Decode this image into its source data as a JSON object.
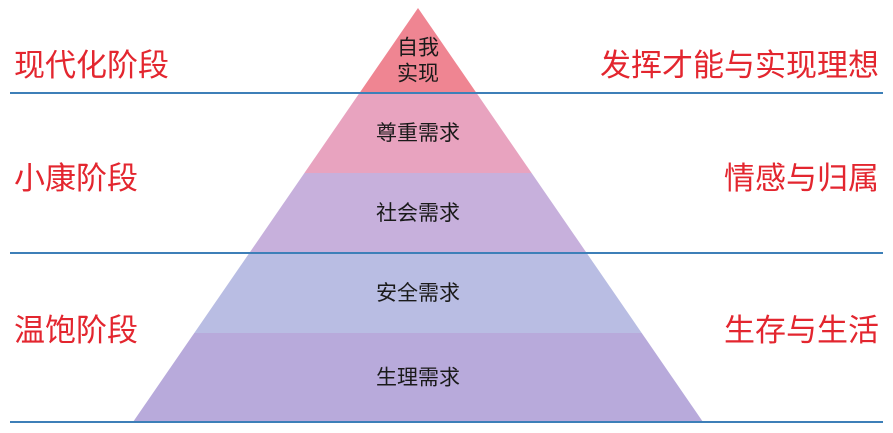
{
  "pyramid": {
    "layers": [
      {
        "lines": [
          "自我",
          "实现"
        ],
        "color": "#ef8592"
      },
      {
        "lines": [
          "尊重需求"
        ],
        "color": "#e8a3bf"
      },
      {
        "lines": [
          "社会需求"
        ],
        "color": "#c7b0dc"
      },
      {
        "lines": [
          "安全需求"
        ],
        "color": "#b9bde3"
      },
      {
        "lines": [
          "生理需求"
        ],
        "color": "#b8aadb"
      }
    ],
    "line_color": "#3d7fb8"
  },
  "left_labels": {
    "top": "现代化阶段",
    "middle": "小康阶段",
    "bottom": "温饱阶段"
  },
  "right_labels": {
    "top": "发挥才能与实现理想",
    "middle": "情感与归属",
    "bottom": "生存与生活"
  },
  "colors": {
    "label_text": "#e3262f"
  }
}
